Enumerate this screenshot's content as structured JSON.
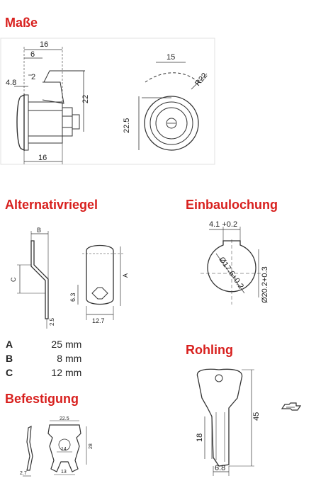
{
  "sections": {
    "masse": {
      "title": "Maße",
      "side_view": {
        "dim_16_top": "16",
        "dim_6": "6",
        "dim_2": "2",
        "dim_4_8": "4.8",
        "dim_22": "22",
        "dim_16_bottom": "16"
      },
      "front_view": {
        "dim_15": "15",
        "dim_r22": "R22",
        "dim_22_5": "22.5"
      }
    },
    "alternativriegel": {
      "title": "Alternativriegel",
      "drawing": {
        "label_b": "B",
        "label_c": "C",
        "label_a": "A",
        "dim_6_3": "6.3",
        "dim_12_7": "12.7",
        "dim_2_5": "2.5"
      },
      "dimensions": [
        {
          "key": "A",
          "value": "25",
          "unit": "mm"
        },
        {
          "key": "B",
          "value": "8",
          "unit": "mm"
        },
        {
          "key": "C",
          "value": "12",
          "unit": "mm"
        }
      ]
    },
    "einbaulochung": {
      "title": "Einbaulochung",
      "drawing": {
        "dim_top": "4.1 +0.2",
        "dim_diag": "Ø17.6+0.2",
        "dim_right": "Ø20.2+0.3"
      }
    },
    "rohling": {
      "title": "Rohling",
      "drawing": {
        "dim_45": "45",
        "dim_18": "18",
        "dim_6_8": "6.8"
      }
    },
    "befestigung": {
      "title": "Befestigung",
      "drawing": {
        "dim_22_5": "22.5",
        "dim_28": "28",
        "dim_14": "14",
        "dim_13": "13",
        "dim_2_7": "2.7"
      }
    }
  }
}
